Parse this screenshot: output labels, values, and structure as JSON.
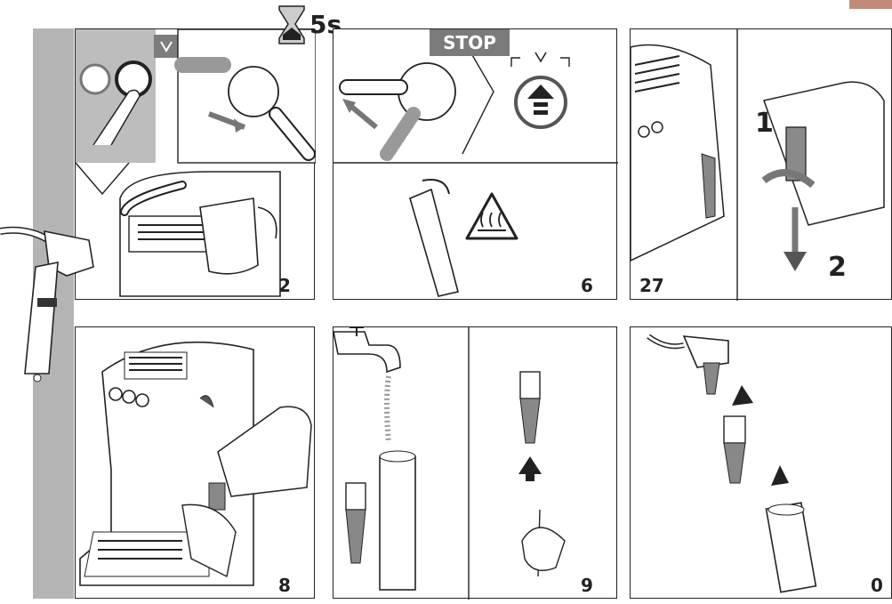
{
  "colors": {
    "accent_tab": "#c28a78",
    "side_bar": "#b4b4b4",
    "stop_badge": "#7b7b7b",
    "line": "#222222",
    "gray_fill": "#8a8a8a"
  },
  "panels": {
    "p1": {
      "step_number": "2"
    },
    "p2": {
      "timer_label": "5s",
      "stop_label": "STOP",
      "step_number": "6"
    },
    "p3": {
      "step_number": "27",
      "label_one": "1",
      "label_two": "2"
    },
    "p4": {
      "step_number": "8"
    },
    "p5": {
      "step_number": "9"
    },
    "p6": {
      "step_number": "0"
    }
  },
  "icons": [
    "steam-button-icon",
    "cup-button-icon",
    "power-button-icon",
    "hourglass-icon",
    "hot-surface-warning-icon",
    "tap-icon",
    "arrow-icon"
  ]
}
